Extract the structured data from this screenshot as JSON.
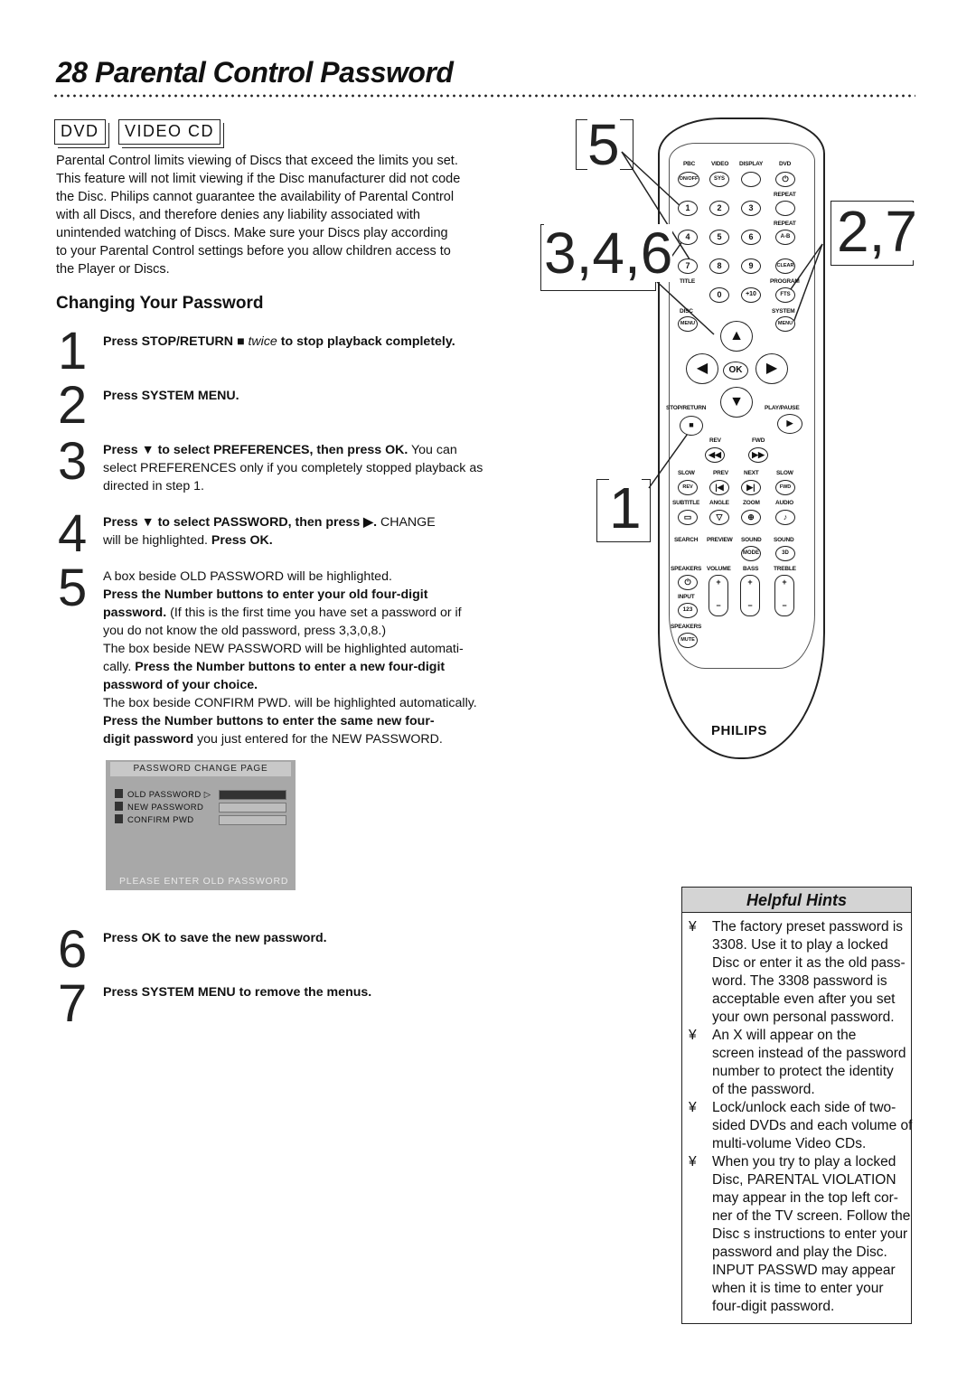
{
  "header": {
    "title": "28  Parental Control Password"
  },
  "badges": [
    "DVD",
    "VIDEO CD"
  ],
  "intro": [
    "Parental Control limits viewing of Discs that exceed the limits you set.",
    "This feature will not limit viewing if the Disc manufacturer did not code",
    "the Disc.  Philips cannot guarantee the availability of Parental Control",
    "with all Discs, and therefore denies any liability associated with",
    "unintended watching of Discs.  Make sure your Discs play according",
    "to your Parental Control settings before you allow children access to",
    "the Player or Discs."
  ],
  "subhead": "Changing Your Password",
  "steps": {
    "s1": {
      "num": "1",
      "a": "Press STOP/RETURN ■ ",
      "b": "twice",
      "c": " to stop playback completely."
    },
    "s2": {
      "num": "2",
      "a": "Press SYSTEM MENU."
    },
    "s3": {
      "num": "3",
      "a": "Press ▼ to select PREFERENCES, then press OK.",
      "b": " You can",
      "l2": "select PREFERENCES only if you completely stopped playback as",
      "l3": "directed in step 1."
    },
    "s4": {
      "num": "4",
      "a": "Press ▼ to select PASSWORD, then press ▶.",
      "b": " CHANGE",
      "l2": "will be highlighted. ",
      "l2b": "Press OK."
    },
    "s5": {
      "num": "5",
      "l1": "A box beside OLD PASSWORD will be highlighted.",
      "l2": "Press the Number buttons to enter your old four-digit",
      "l3a": "password.",
      "l3b": " (If this is the first time you have set a password or if",
      "l4": "you do not know the old password, press 3,3,0,8.)",
      "l5": "The box beside NEW PASSWORD will be highlighted automati-",
      "l6a": "cally. ",
      "l6b": "Press the Number buttons to enter a new four-digit",
      "l7": "password of your choice.",
      "l8": "The box beside CONFIRM PWD. will be highlighted automatically.",
      "l9": "Press the Number buttons to enter the same new four-",
      "l10a": "digit password",
      "l10b": " you just entered for the NEW PASSWORD."
    },
    "s6": {
      "num": "6",
      "a": "Press OK to save the new password."
    },
    "s7": {
      "num": "7",
      "a": "Press SYSTEM MENU to remove the menus."
    }
  },
  "osd": {
    "header": "PASSWORD CHANGE PAGE",
    "rows": [
      "OLD PASSWORD",
      "NEW PASSWORD",
      "CONFIRM PWD"
    ],
    "footer": "PLEASE ENTER OLD PASSWORD"
  },
  "callouts": {
    "c5": "5",
    "c346": "3,4,6",
    "c27": "2,7",
    "c1": "1"
  },
  "remote": {
    "brand": "PHILIPS",
    "labels": {
      "pbc": "PBC",
      "video": "VIDEO",
      "display": "DISPLAY",
      "dvd": "DVD",
      "repeat1": "REPEAT",
      "repeat2": "REPEAT",
      "title": "TITLE",
      "program": "PROGRAM",
      "disc": "DISC",
      "system": "SYSTEM",
      "stopreturn": "STOP/RETURN",
      "playpause": "PLAY/PAUSE",
      "rev": "REV",
      "fwd": "FWD",
      "slow1": "SLOW",
      "prev": "PREV",
      "next": "NEXT",
      "slow2": "SLOW",
      "subtitle": "SUBTITLE",
      "angle": "ANGLE",
      "zoom": "ZOOM",
      "audio": "AUDIO",
      "search": "SEARCH",
      "preview": "PREVIEW",
      "sound1": "SOUND",
      "sound2": "SOUND",
      "speakers1": "SPEAKERS",
      "volume": "VOLUME",
      "bass": "BASS",
      "treble": "TREBLE",
      "input": "INPUT",
      "speakers2": "SPEAKERS"
    },
    "buttons": {
      "onoff": "ON/OFF",
      "sys": "SYS",
      "b1": "1",
      "b2": "2",
      "b3": "3",
      "b4": "4",
      "b5": "5",
      "b6": "6",
      "ab": "A-B",
      "b7": "7",
      "b8": "8",
      "b9": "9",
      "clear": "CLEAR",
      "b0": "0",
      "plus10": "+10",
      "fts": "FTS",
      "menu1": "MENU",
      "menu2": "MENU",
      "ok": "OK",
      "revbtn": "REV",
      "fwdbtn": "FWD",
      "mode": "MODE",
      "threed": "3D",
      "one23": "123",
      "mute": "MUTE"
    }
  },
  "hints": {
    "title": "Helpful Hints",
    "bullet": "¥",
    "items": [
      [
        "The factory preset password is",
        "3308. Use it to play a locked",
        "Disc or enter it as the old pass-",
        "word. The 3308 password is",
        "acceptable even after you set",
        "your own personal password."
      ],
      [
        "An  X  will appear on the",
        "screen instead of the password",
        "number to protect the identity",
        "of the password."
      ],
      [
        "Lock/unlock each side of two-",
        "sided DVDs and each volume of",
        "multi-volume Video CDs."
      ],
      [
        "When you try to play a locked",
        "Disc, PARENTAL VIOLATION",
        "may appear in the top left cor-",
        "ner of the TV screen. Follow the",
        "Disc s instructions to enter your",
        "password and play the Disc.",
        "INPUT PASSWD may appear",
        "when it is time to enter your",
        "four-digit password."
      ]
    ]
  }
}
